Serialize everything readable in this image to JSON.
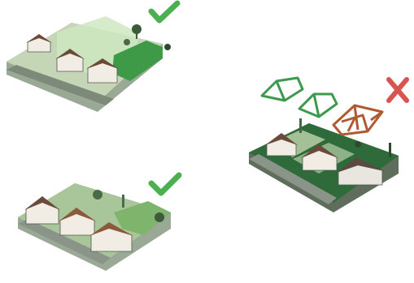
{
  "figure": {
    "panels": [
      {
        "id": "panel-top-left",
        "verdict": "acceptable",
        "icon": "check-mark-icon"
      },
      {
        "id": "panel-bottom-left",
        "verdict": "acceptable",
        "icon": "check-mark-icon"
      },
      {
        "id": "panel-right",
        "verdict": "unacceptable",
        "icon": "cross-mark-icon",
        "roof_outlines": [
          "green-roof-outline",
          "green-roof-outline",
          "brown-truss-roof"
        ]
      }
    ],
    "colors": {
      "check": "#4caf50",
      "cross": "#d9534f",
      "ground_light": "#b8cfa8",
      "ground_dark": "#2f6b3a",
      "green_zone": "#3e9a48",
      "roof_outline_green": "#3c9a4e",
      "roof_outline_brown": "#b05a32"
    }
  }
}
